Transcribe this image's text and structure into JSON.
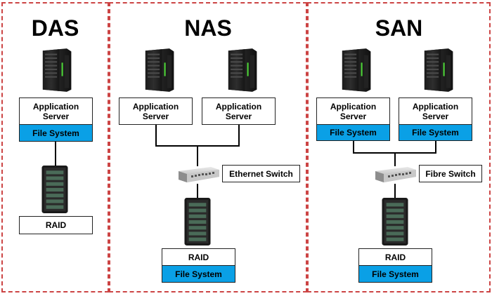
{
  "das": {
    "title": "DAS",
    "server": "Application Server",
    "file_system": "File System",
    "storage": "RAID"
  },
  "nas": {
    "title": "NAS",
    "server1": "Application Server",
    "server2": "Application Server",
    "switch": "Ethernet Switch",
    "storage": "RAID",
    "storage_fs": "File System"
  },
  "san": {
    "title": "SAN",
    "server1": "Application Server",
    "server1_fs": "File System",
    "server2": "Application Server",
    "server2_fs": "File System",
    "switch": "Fibre Switch",
    "storage": "RAID",
    "storage_fs": "File System"
  },
  "colors": {
    "file_system_fill": "#0aa0e6",
    "panel_border": "#cc4444"
  },
  "icons": [
    "server-icon",
    "network-switch-icon",
    "storage-rack-icon"
  ]
}
